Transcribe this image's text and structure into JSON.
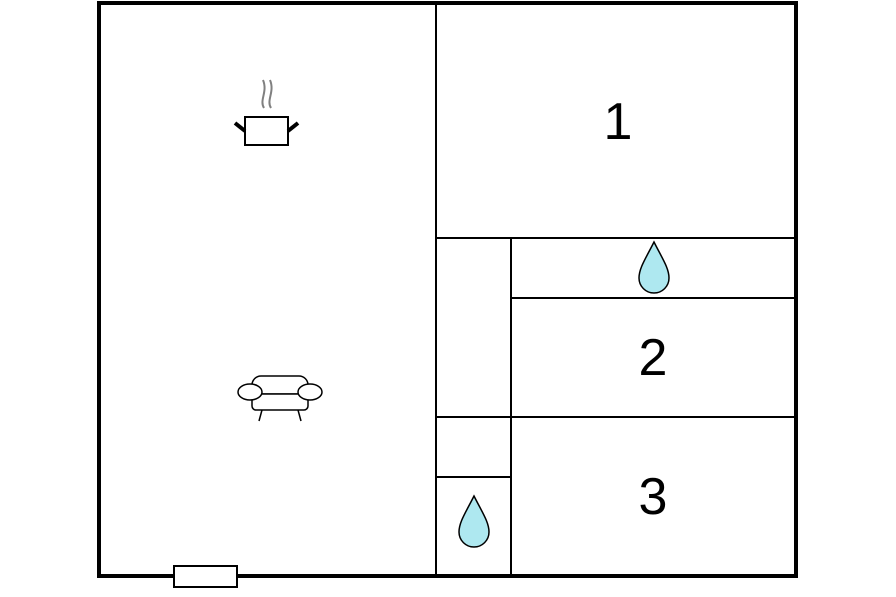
{
  "rooms": [
    {
      "id": "1",
      "label": "1"
    },
    {
      "id": "2",
      "label": "2"
    },
    {
      "id": "3",
      "label": "3"
    }
  ],
  "icons": {
    "kitchen": "cooking-pot-icon",
    "living": "sofa-icon",
    "bathroom": "water-drop-icon",
    "entrance": "door-icon"
  },
  "colors": {
    "line": "#000000",
    "water": "#aee8f0",
    "steam": "#808080"
  }
}
